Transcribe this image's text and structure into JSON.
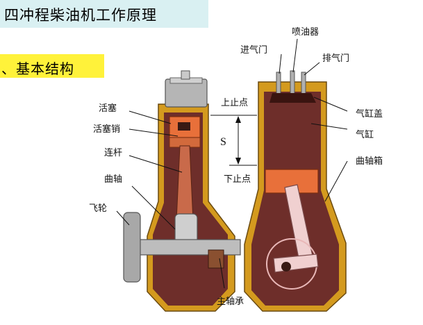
{
  "header": {
    "title": "四冲程柴油机工作原理"
  },
  "section": {
    "heading": "、基本结构"
  },
  "labels": {
    "injector": "喷油器",
    "intake_valve": "进气门",
    "exhaust_valve": "排气门",
    "top_dead_center": "上止点",
    "bottom_dead_center": "下止点",
    "stroke": "S",
    "piston": "活塞",
    "piston_pin": "活塞销",
    "connecting_rod": "连杆",
    "crankshaft": "曲轴",
    "flywheel": "飞轮",
    "main_bearing": "主轴承",
    "cylinder_head": "气缸盖",
    "cylinder": "气缸",
    "crankcase": "曲轴箱"
  },
  "colors": {
    "casing": "#d49a1e",
    "interior": "#6e2e2a",
    "piston": "#e8703a",
    "steel": "#9b9b9b",
    "header_bg": "#d9f0f2",
    "heading_bg": "#fff23a"
  }
}
